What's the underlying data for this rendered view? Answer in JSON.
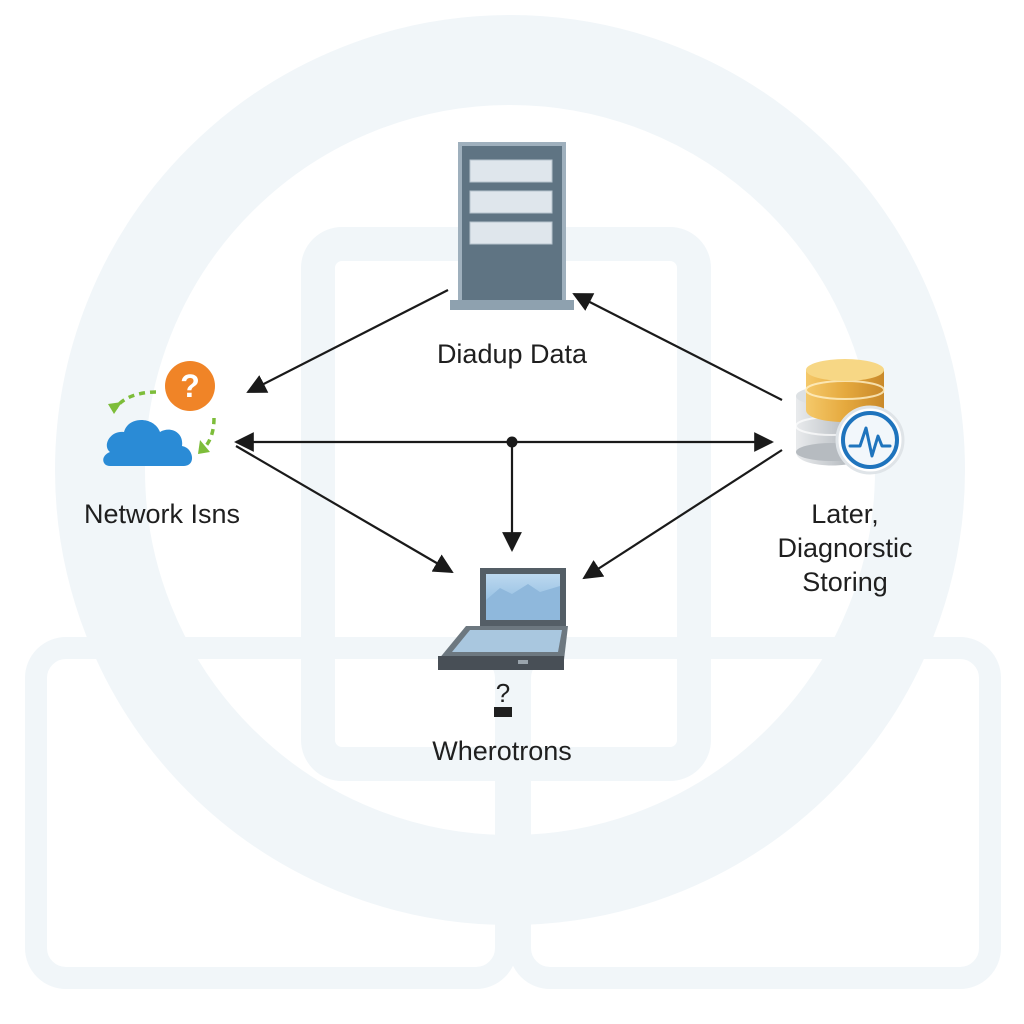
{
  "diagram": {
    "nodes": {
      "server": {
        "label": "Diadup Data",
        "icon": "server-rack-icon"
      },
      "network": {
        "label": "Network Isns",
        "icon": "cloud-icon",
        "badge": "?",
        "badge_icon": "question-badge-icon"
      },
      "storage": {
        "label_lines": [
          "Later,",
          "Diagnorstic",
          "Storing"
        ],
        "icon": "database-icon",
        "badge_icon": "pulse-badge-icon"
      },
      "laptop": {
        "label": "Wherotrons",
        "icon": "laptop-icon",
        "sub_glyph": "?"
      }
    },
    "colors": {
      "background_watermark": "#f3f7fa",
      "arrow": "#1a1a1a",
      "cloud": "#2a8bd6",
      "question_badge": "#f08427",
      "refresh_arrows": "#7dbd3a",
      "server": "#5f7483",
      "database_gold": "#e9b14a",
      "database_silver": "#c4c8cc",
      "pulse_badge": "#1f74bd"
    }
  }
}
